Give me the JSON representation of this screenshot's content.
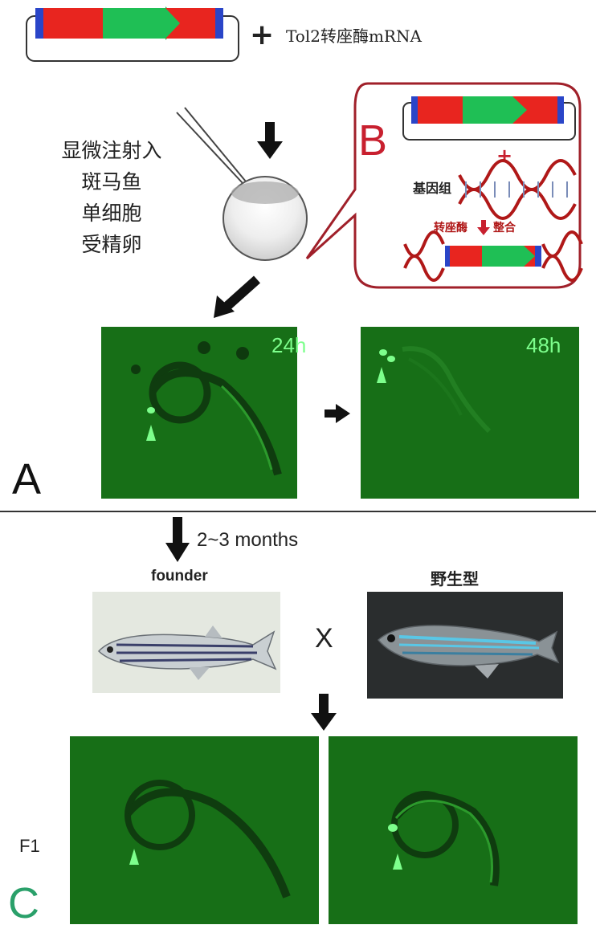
{
  "figure": {
    "plus_sign": "+",
    "top_label": "Tol2转座酶mRNA",
    "injection_lines": [
      "显微注射入",
      "斑马鱼",
      "单细胞",
      "受精卵"
    ],
    "panel_a": "A",
    "panel_b": "B",
    "panel_c": "C",
    "b_plus": "+",
    "b_genome": "基因组",
    "b_transposase": "转座酶",
    "b_integrate": "整合",
    "time_24": "24h",
    "time_48": "48h",
    "months": "2~3 months",
    "founder": "founder",
    "wild_type": "野生型",
    "cross": "X",
    "f1": "F1"
  },
  "colors": {
    "red_segment": "#e8251f",
    "green_segment": "#1fbf55",
    "blue_end": "#2a45c8",
    "b_border": "#a0202a",
    "b_letter": "#c8202f",
    "panel_c_letter": "#2aa06a",
    "fluor_bg": "#176f17",
    "fluor_signal": "#7dff8c",
    "divider": "#333333"
  }
}
